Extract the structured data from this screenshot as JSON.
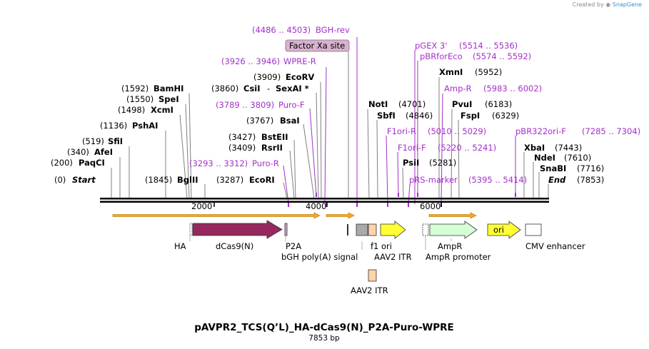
{
  "credit": {
    "prefix": "Created by",
    "brand": "SnapGene"
  },
  "title": "pAVPR2_TCS(Q’L)_HA-dCas9(N)_P2A-Puro-WPRE",
  "subtitle": "7853 bp",
  "colors": {
    "enzyme": "#000000",
    "primer": "#a330c9",
    "feature_leader": "#b0b0b0",
    "dcas9": "#96285e",
    "amp": "#d6ffd6",
    "ori": "#ffff33",
    "f1ori": "#ffff33",
    "aav2": "#ffd2a8",
    "bgh": "#a9a9a9",
    "factor_xa": "#d8b2cc",
    "orf_arrow": "#f5a623"
  },
  "labels": {
    "bp_4486": "(4486 .. 4503)",
    "BGH_rev": "BGH-rev",
    "factor_xa": "Factor Xa site",
    "bp_3926": "(3926 .. 3946)",
    "WPRE_R": "WPRE-R",
    "bp_3909": "(3909)",
    "EcoRV": "EcoRV",
    "bp_3860": "(3860)",
    "CsiI": "CsiI",
    "dash": "-",
    "SexAI": "SexAI *",
    "bp_3789": "(3789 .. 3809)",
    "Puro_F": "Puro-F",
    "bp_3767": "(3767)",
    "BsaI": "BsaI",
    "bp_3427": "(3427)",
    "BstEII": "BstEII",
    "bp_3409": "(3409)",
    "RsrII": "RsrII",
    "bp_3293": "(3293 .. 3312)",
    "Puro_R": "Puro-R",
    "bp_3287": "(3287)",
    "EcoRI": "EcoRI",
    "bp_1592": "(1592)",
    "BamHI": "BamHI",
    "bp_1550": "(1550)",
    "SpeI": "SpeI",
    "bp_1498": "(1498)",
    "XcmI": "XcmI",
    "bp_1136": "(1136)",
    "PshAI": "PshAI",
    "bp_519": "(519)",
    "SfiI": "SfiI",
    "bp_340": "(340)",
    "AfeI": "AfeI",
    "bp_200": "(200)",
    "PaqCI": "PaqCI",
    "bp_0": "(0)",
    "Start": "Start",
    "bp_1845": "(1845)",
    "BglII": "BglII",
    "NotI": "NotI",
    "bp_4701": "(4701)",
    "SbfI": "SbfI",
    "bp_4846": "(4846)",
    "F1ori_R": "F1ori-R",
    "bp_5010": "(5010 .. 5029)",
    "F1ori_F": "F1ori-F",
    "bp_5220": "(5220 .. 5241)",
    "PsiI": "PsiI",
    "bp_5281": "(5281)",
    "pRS_marker": "pRS-marker",
    "bp_5395": "(5395 .. 5414)",
    "pGEX3": "pGEX 3'",
    "bp_5514": "(5514 .. 5536)",
    "pBRforEco": "pBRforEco",
    "bp_5574": "(5574 .. 5592)",
    "XmnI": "XmnI",
    "bp_5952": "(5952)",
    "AmpR_primer": "Amp-R",
    "bp_5983": "(5983 .. 6002)",
    "PvuI": "PvuI",
    "bp_6183": "(6183)",
    "FspI": "FspI",
    "bp_6329": "(6329)",
    "pBR322ori_F": "pBR322ori-F",
    "bp_7285": "(7285 .. 7304)",
    "XbaI": "XbaI",
    "bp_7443": "(7443)",
    "NdeI": "NdeI",
    "bp_7610": "(7610)",
    "SnaBI": "SnaBI",
    "bp_7716": "(7716)",
    "End": "End",
    "bp_7853": "(7853)"
  },
  "ruler": {
    "ticks": [
      "2000",
      "4000",
      "6000"
    ]
  },
  "features": {
    "HA": "HA",
    "dCas9N": "dCas9(N)",
    "P2A": "P2A",
    "bgh": "bGH poly(A) signal",
    "f1ori": "f1 ori",
    "aav2_itr_top": "AAV2 ITR",
    "aav2_itr_bottom": "AAV2 ITR",
    "AmpR": "AmpR",
    "AmpR_promoter": "AmpR promoter",
    "ori": "ori",
    "CMV": "CMV enhancer"
  }
}
